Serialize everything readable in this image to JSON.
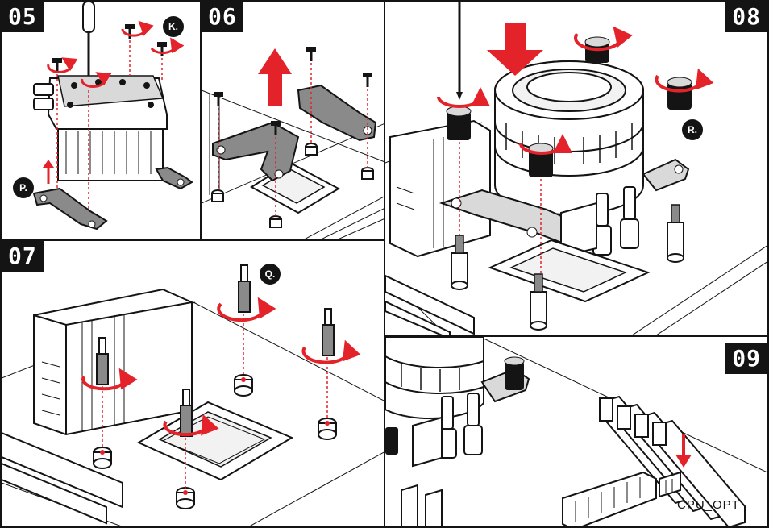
{
  "colors": {
    "accent_red": "#e3222a",
    "ink": "#141414",
    "part_grey": "#d9d9d9",
    "board_grey": "#f2f2f2"
  },
  "steps": {
    "s05": {
      "number": "05",
      "parts": {
        "k": "K.",
        "p": "P."
      }
    },
    "s06": {
      "number": "06"
    },
    "s07": {
      "number": "07",
      "parts": {
        "q": "Q."
      }
    },
    "s08": {
      "number": "08",
      "parts": {
        "r": "R."
      }
    },
    "s09": {
      "number": "09",
      "header_label": "CPU_OPT"
    }
  },
  "icons": {
    "rotate": "clockwise-rotate-arrow-icon",
    "direction": "direction-arrow-icon",
    "screw": "screw-icon",
    "standoff": "standoff-icon"
  }
}
